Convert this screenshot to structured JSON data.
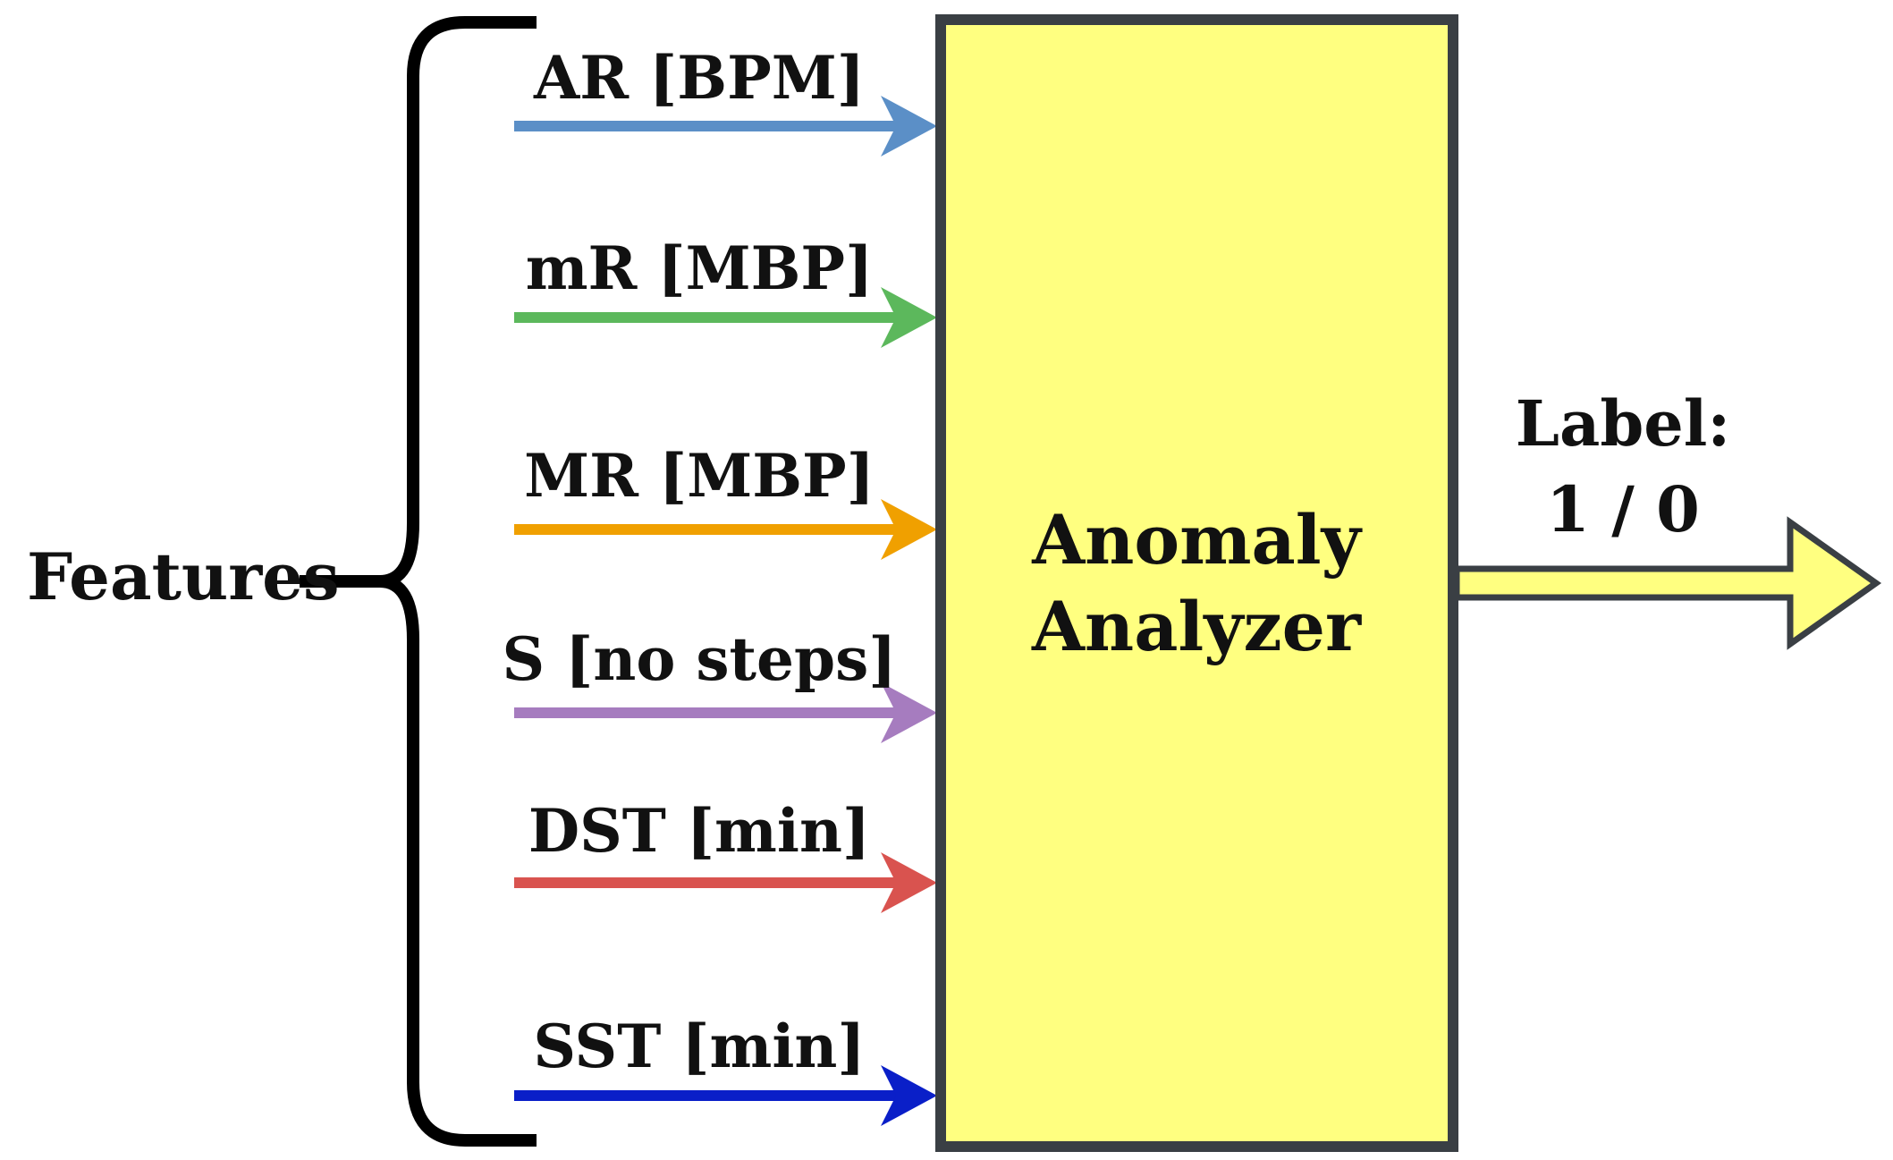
{
  "diagram": {
    "group_label": "Features",
    "inputs": [
      {
        "label": "AR [BPM]",
        "color": "#5b8fc7"
      },
      {
        "label": "mR [MBP]",
        "color": "#5cb85c"
      },
      {
        "label": "MR [MBP]",
        "color": "#f0a000"
      },
      {
        "label": "S [no steps]",
        "color": "#a67cbf"
      },
      {
        "label": "DST [min]",
        "color": "#d9534f"
      },
      {
        "label": "SST [min]",
        "color": "#0a1fc8"
      }
    ],
    "block": {
      "title_line1": "Anomaly",
      "title_line2": "Analyzer",
      "fill": "#ffff80",
      "stroke": "#3a3f44"
    },
    "output": {
      "label_line1": "Label:",
      "label_line2": "1 / 0",
      "fill": "#ffff80",
      "stroke": "#3a3f44"
    }
  }
}
